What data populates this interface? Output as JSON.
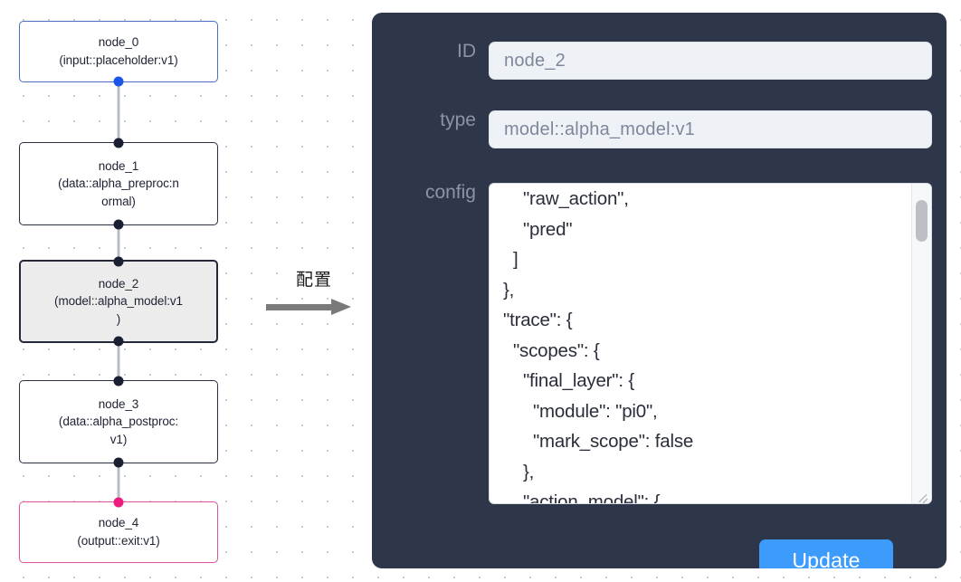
{
  "canvas": {
    "background_color": "#ffffff",
    "dot_color": "#c9cdd4"
  },
  "flow": {
    "nodes": [
      {
        "id": "node_0",
        "label": "node_0\n(input::placeholder:v1)",
        "title": "node_0",
        "subtitle": "(input::placeholder:v1)",
        "kind": "input",
        "border_color": "#4a6fc4",
        "selected": false
      },
      {
        "id": "node_1",
        "label": "node_1\n(data::alpha_preproc:n\normal)",
        "title": "node_1",
        "subtitle": "(data::alpha_preproc:normal)",
        "kind": "data",
        "border_color": "#2b2f42",
        "selected": false
      },
      {
        "id": "node_2",
        "label": "node_2\n(model::alpha_model:v1\n)",
        "title": "node_2",
        "subtitle": "(model::alpha_model:v1)",
        "kind": "model",
        "border_color": "#242838",
        "selected": true
      },
      {
        "id": "node_3",
        "label": "node_3\n(data::alpha_postproc:\nv1)",
        "title": "node_3",
        "subtitle": "(data::alpha_postproc:v1)",
        "kind": "data",
        "border_color": "#2b2f42",
        "selected": false
      },
      {
        "id": "node_4",
        "label": "node_4\n(output::exit:v1)",
        "title": "node_4",
        "subtitle": "(output::exit:v1)",
        "kind": "output",
        "border_color": "#e0539c",
        "selected": false
      }
    ]
  },
  "annotation": {
    "text": "配置",
    "arrow": "right-arrow-icon"
  },
  "panel": {
    "background_color": "#2e3749",
    "fields": [
      {
        "label": "ID",
        "value": "node_2",
        "placeholder": "node_2"
      },
      {
        "label": "type",
        "value": "model::alpha_model:v1",
        "placeholder": "model::alpha_model:v1"
      }
    ],
    "config": {
      "label": "config",
      "value": "      \"raw_action\",\n      \"pred\"\n    ]\n  },\n  \"trace\": {\n    \"scopes\": {\n      \"final_layer\": {\n        \"module\": \"pi0\",\n        \"mark_scope\": false\n      },\n      \"action_model\": {"
    },
    "update_button": {
      "label": "Update",
      "color": "#3d9bfc"
    }
  }
}
